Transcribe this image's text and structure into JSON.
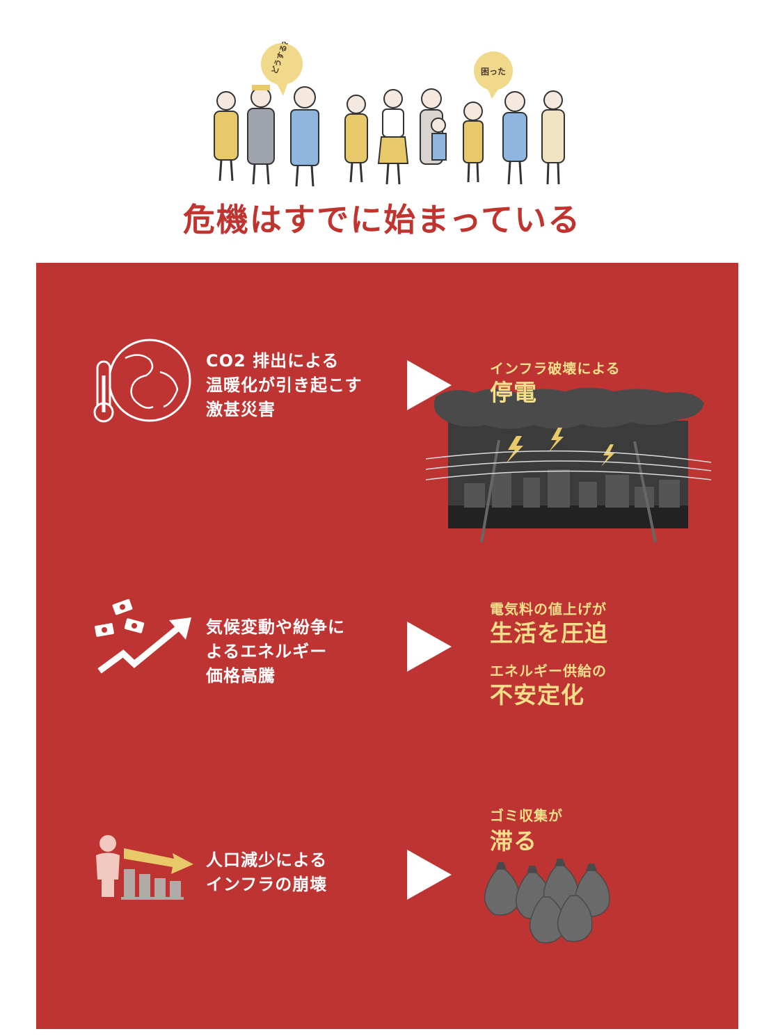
{
  "header": {
    "bubble_left": "どうする?",
    "bubble_right": "困った",
    "title": "危機はすでに始まっている"
  },
  "rows": [
    {
      "icon": "thermometer-globe-icon",
      "cause_lines": [
        "CO2 排出による",
        "温暖化が引き起こす",
        "激甚災害"
      ],
      "effects": [
        {
          "small": "インフラ破壊による",
          "big": "停電"
        }
      ],
      "illustration": "storm-power-outage"
    },
    {
      "icon": "rising-price-money-icon",
      "cause_lines": [
        "気候変動や紛争に",
        "よるエネルギー",
        "価格高騰"
      ],
      "effects": [
        {
          "small": "電気料の値上げが",
          "big": "生活を圧迫"
        },
        {
          "small": "エネルギー供給の",
          "big": "不安定化"
        }
      ]
    },
    {
      "icon": "population-decline-icon",
      "cause_lines": [
        "人口減少による",
        "インフラの崩壊"
      ],
      "effects": [
        {
          "small": "ゴミ収集が",
          "big": "滞る"
        }
      ],
      "illustration": "garbage-bags"
    }
  ],
  "colors": {
    "panel": "#be3432",
    "accent_text": "#f6df8b",
    "title": "#c0342f",
    "bubble": "#f0d98a"
  }
}
